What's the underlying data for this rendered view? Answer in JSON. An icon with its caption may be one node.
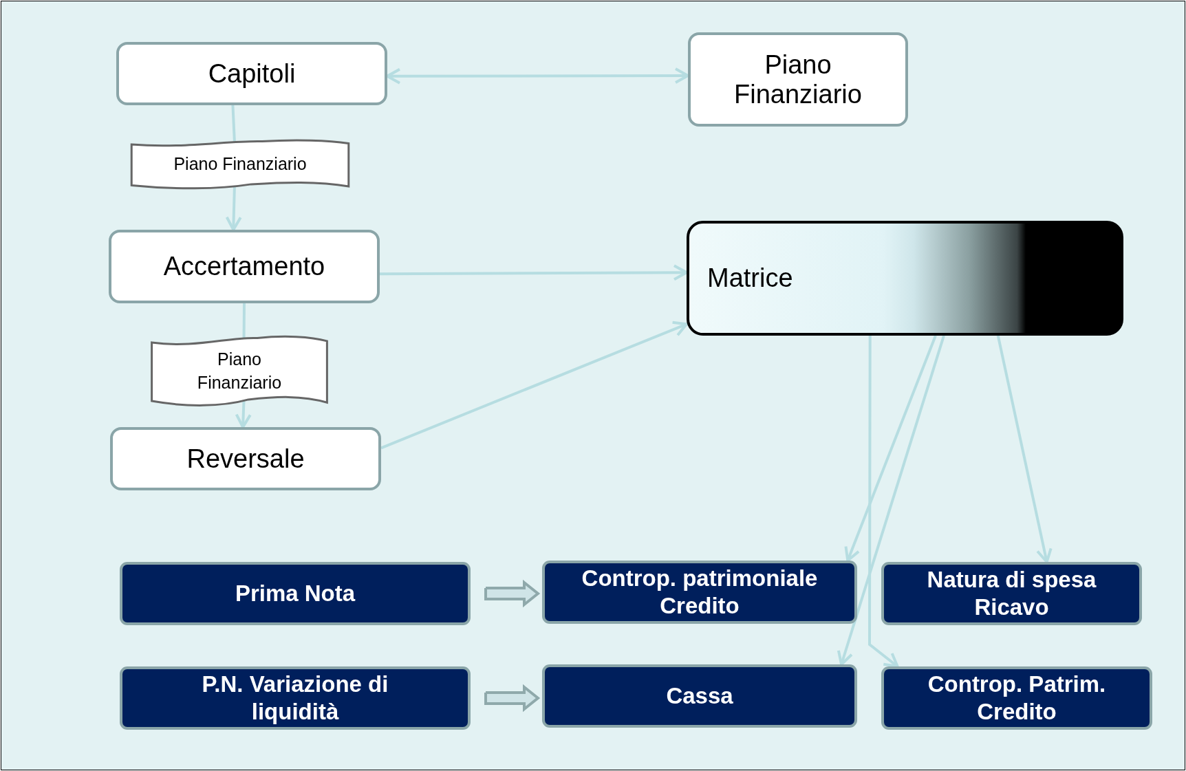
{
  "diagram": {
    "nodes": [
      {
        "text": [
          "Capitoli"
        ]
      },
      {
        "text": [
          "Piano Finanziario"
        ]
      },
      {
        "text": [
          "Piano Finanziario"
        ]
      },
      {
        "text": [
          "Accertamento"
        ]
      },
      {
        "text": [
          "Piano Finanziario"
        ]
      },
      {
        "text": [
          "Reversale"
        ]
      },
      {
        "text": [
          "Matrice"
        ]
      },
      {
        "text": [
          "Prima Nota"
        ]
      },
      {
        "text": [
          "Controp. patrimoniale Credito"
        ]
      },
      {
        "text": [
          "Natura di spesa Ricavo"
        ]
      },
      {
        "text": [
          "P.N. Variazione di liquidità"
        ]
      },
      {
        "text": [
          "Cassa"
        ]
      },
      {
        "text": [
          "Controp. Patrim. Credito"
        ]
      }
    ],
    "edges": [
      {
        "from": 0,
        "to": 1,
        "arrow": "both"
      },
      {
        "from": 0,
        "to": 2,
        "arrow": "none"
      },
      {
        "from": 2,
        "to": 3,
        "arrow": "to"
      },
      {
        "from": 3,
        "to": 4,
        "arrow": "none"
      },
      {
        "from": 4,
        "to": 5,
        "arrow": "to"
      },
      {
        "from": 3,
        "to": 6,
        "arrow": "to"
      },
      {
        "from": 5,
        "to": 6,
        "arrow": "to"
      },
      {
        "from": 6,
        "to": 8,
        "arrow": "to"
      },
      {
        "from": 6,
        "to": 11,
        "arrow": "to"
      },
      {
        "from": 6,
        "to": 12,
        "arrow": "to"
      },
      {
        "from": 6,
        "to": 9,
        "arrow": "to"
      },
      {
        "from": 7,
        "to": 8,
        "arrow": "to",
        "style": "thick",
        "color": "#8fa9ab"
      },
      {
        "from": 10,
        "to": 11,
        "arrow": "to",
        "style": "thick",
        "color": "#8fa9ab"
      }
    ]
  }
}
